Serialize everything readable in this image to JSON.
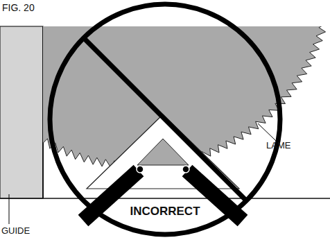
{
  "diagram": {
    "labels": [
      "FIG. 20",
      "LAME",
      "GUIDE",
      "INCORRECT"
    ]
  }
}
